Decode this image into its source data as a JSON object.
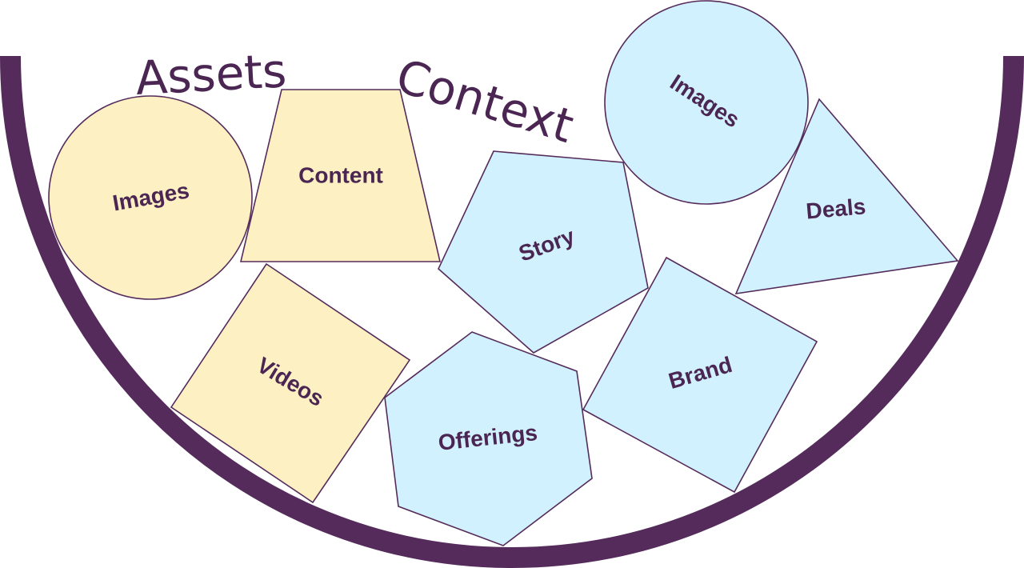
{
  "colors": {
    "outline": "#552b5c",
    "text": "#4b2653",
    "assets_fill": "#fdf0c3",
    "context_fill": "#d2f1fe",
    "background": "#ffffff"
  },
  "groups": {
    "assets": {
      "heading": "Assets"
    },
    "context": {
      "heading": "Context"
    }
  },
  "shapes": {
    "assets_images": {
      "label": "Images",
      "kind": "circle"
    },
    "assets_content": {
      "label": "Content",
      "kind": "trapezoid"
    },
    "assets_videos": {
      "label": "Videos",
      "kind": "square"
    },
    "context_story": {
      "label": "Story",
      "kind": "pentagon"
    },
    "context_images": {
      "label": "Images",
      "kind": "circle"
    },
    "context_deals": {
      "label": "Deals",
      "kind": "triangle"
    },
    "context_offerings": {
      "label": "Offerings",
      "kind": "hexagon"
    },
    "context_brand": {
      "label": "Brand",
      "kind": "square"
    }
  }
}
